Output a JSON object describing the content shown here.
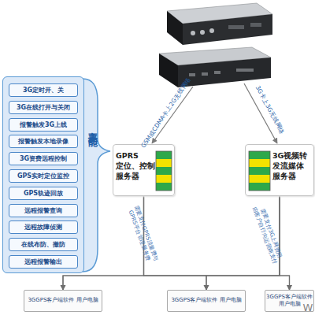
{
  "diagram": {
    "nodes": [
      {
        "text": [
          "主要功能"
        ]
      },
      {
        "text": [
          "3G定时开、关"
        ],
        "in": 0
      },
      {
        "text": [
          "3G在线打开与关闭"
        ],
        "in": 0
      },
      {
        "text": [
          "报警触发3G上线"
        ],
        "in": 0
      },
      {
        "text": [
          "报警触发本地录像"
        ],
        "in": 0
      },
      {
        "text": [
          "3G资费远程控制"
        ],
        "in": 0
      },
      {
        "text": [
          "GPS实时定位监控"
        ],
        "in": 0
      },
      {
        "text": [
          "GPS轨迹回放"
        ],
        "in": 0
      },
      {
        "text": [
          "远程报警查询"
        ],
        "in": 0
      },
      {
        "text": [
          "远程故障侦测"
        ],
        "in": 0
      },
      {
        "text": [
          "在线布防、撤防"
        ],
        "in": 0
      },
      {
        "text": [
          "远程报警输出"
        ],
        "in": 0
      },
      {
        "text": [
          "GPRS 定位、控制 服务器"
        ]
      },
      {
        "text": [
          "3G视频转 发流媒体 服务器"
        ]
      },
      {
        "text": [
          "3GGPS客户端软件 用户电脑"
        ]
      },
      {
        "text": [
          "3GGPS客户端软件 用户电脑"
        ]
      },
      {
        "text": [
          "3GGPS客户端软件 用户电脑"
        ]
      }
    ],
    "edges": [
      {
        "from": 12,
        "to": 14,
        "arrow": "to",
        "label": "需要支付GPRS流量费与 GPRS平台管理服务费"
      },
      {
        "from": 12,
        "to": 15,
        "arrow": "to"
      },
      {
        "from": 12,
        "to": 16,
        "arrow": "to"
      },
      {
        "from": 13,
        "to": 14,
        "arrow": "to",
        "label": "需要支付3G上网费用 由客户自行向运营商支付"
      },
      {
        "from": 13,
        "to": 15,
        "arrow": "to"
      },
      {
        "from": 13,
        "to": 16,
        "arrow": "to"
      }
    ],
    "labels": [
      "GSM或CDMA卡上2G无线网络",
      "3G卡上3G无线网络",
      "W"
    ]
  }
}
